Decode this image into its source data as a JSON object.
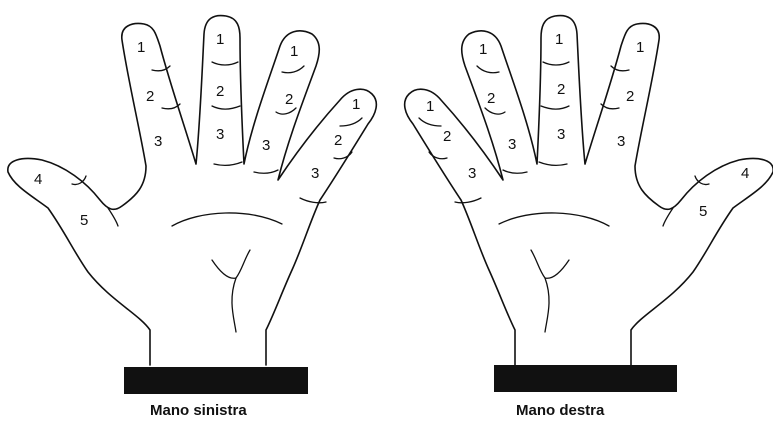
{
  "hands": {
    "left": {
      "caption": "Mano sinistra",
      "fingers": [
        {
          "finger": "thumb",
          "labels": [
            "4",
            "5"
          ]
        },
        {
          "finger": "index",
          "labels": [
            "1",
            "2",
            "3"
          ]
        },
        {
          "finger": "middle",
          "labels": [
            "1",
            "2",
            "3"
          ]
        },
        {
          "finger": "ring",
          "labels": [
            "1",
            "2",
            "3"
          ]
        },
        {
          "finger": "little",
          "labels": [
            "1",
            "2",
            "3"
          ]
        }
      ]
    },
    "right": {
      "caption": "Mano destra",
      "fingers": [
        {
          "finger": "little",
          "labels": [
            "1",
            "2",
            "3"
          ]
        },
        {
          "finger": "ring",
          "labels": [
            "1",
            "2",
            "3"
          ]
        },
        {
          "finger": "middle",
          "labels": [
            "1",
            "2",
            "3"
          ]
        },
        {
          "finger": "index",
          "labels": [
            "1",
            "2",
            "3"
          ]
        },
        {
          "finger": "thumb",
          "labels": [
            "4",
            "5"
          ]
        }
      ]
    }
  },
  "colors": {
    "line": "#111111",
    "wrist_bar": "#111111",
    "background": "#ffffff"
  }
}
